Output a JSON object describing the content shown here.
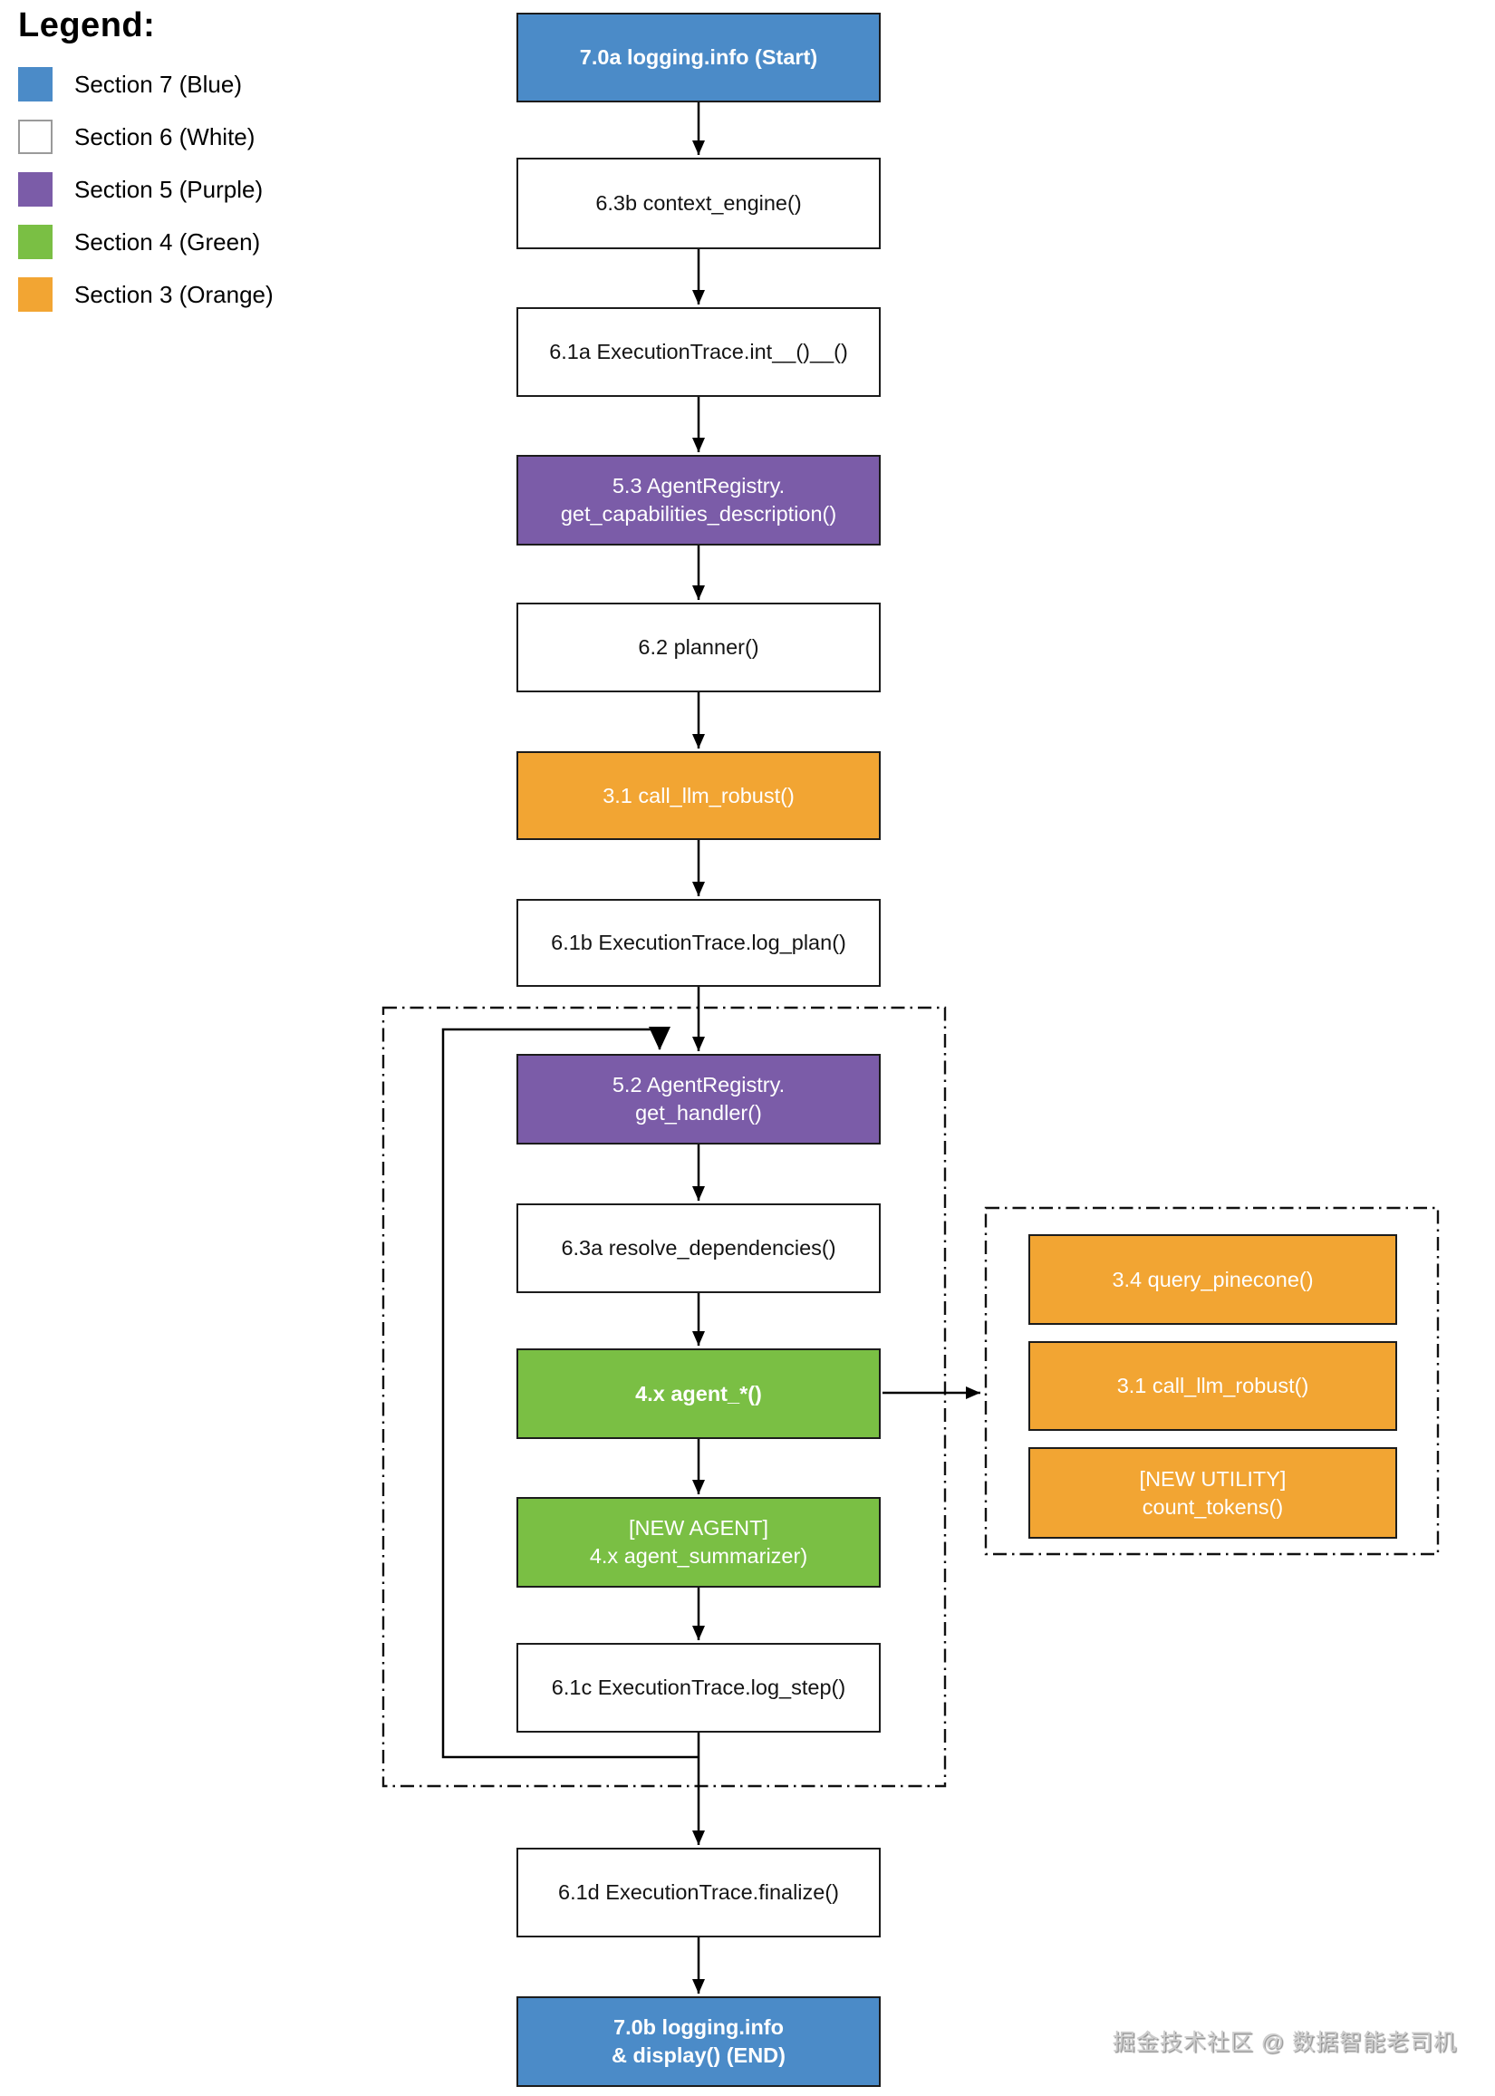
{
  "palette": {
    "blue": "#4b8bc8",
    "white": "#ffffff",
    "purple": "#7b5ca8",
    "green": "#7abf44",
    "orange": "#f2a533"
  },
  "legend": {
    "title": "Legend:",
    "items": [
      {
        "label": "Section 7 (Blue)",
        "color": "#4b8bc8"
      },
      {
        "label": "Section 6 (White)",
        "color": "#ffffff"
      },
      {
        "label": "Section 5 (Purple)",
        "color": "#7b5ca8"
      },
      {
        "label": "Section 4 (Green)",
        "color": "#7abf44"
      },
      {
        "label": "Section 3 (Orange)",
        "color": "#f2a533"
      }
    ]
  },
  "flow": {
    "nodes": [
      {
        "id": "7.0a",
        "color": "blue",
        "lines": [
          "7.0a logging.info (Start)"
        ]
      },
      {
        "id": "6.3b",
        "color": "white",
        "lines": [
          "6.3b context_engine()"
        ]
      },
      {
        "id": "6.1a",
        "color": "white",
        "lines": [
          "6.1a ExecutionTrace.int__()__()"
        ]
      },
      {
        "id": "5.3",
        "color": "purple",
        "lines": [
          "5.3 AgentRegistry.",
          "get_capabilities_description()"
        ]
      },
      {
        "id": "6.2",
        "color": "white",
        "lines": [
          "6.2 planner()"
        ]
      },
      {
        "id": "3.1",
        "color": "orange",
        "lines": [
          "3.1 call_llm_robust()"
        ]
      },
      {
        "id": "6.1b",
        "color": "white",
        "lines": [
          "6.1b ExecutionTrace.log_plan()"
        ]
      },
      {
        "id": "5.2",
        "color": "purple",
        "lines": [
          "5.2 AgentRegistry.",
          "get_handler()"
        ]
      },
      {
        "id": "6.3a",
        "color": "white",
        "lines": [
          "6.3a resolve_dependencies()"
        ]
      },
      {
        "id": "4.x",
        "color": "green",
        "lines": [
          "4.x agent_*()"
        ]
      },
      {
        "id": "4.x-new-agent",
        "color": "green",
        "lines": [
          "[NEW AGENT]",
          "4.x agent_summarizer)"
        ]
      },
      {
        "id": "6.1c",
        "color": "white",
        "lines": [
          "6.1c ExecutionTrace.log_step()"
        ]
      },
      {
        "id": "6.1d",
        "color": "white",
        "lines": [
          "6.1d ExecutionTrace.finalize()"
        ]
      },
      {
        "id": "7.0b",
        "color": "blue",
        "lines": [
          "7.0b logging.info",
          "& display() (END)"
        ]
      }
    ]
  },
  "side_panel": {
    "nodes": [
      {
        "id": "3.4",
        "color": "orange",
        "lines": [
          "3.4 query_pinecone()"
        ]
      },
      {
        "id": "3.1-util",
        "color": "orange",
        "lines": [
          "3.1 call_llm_robust()"
        ]
      },
      {
        "id": "count-tokens",
        "color": "orange",
        "lines": [
          "[NEW UTILITY]",
          "count_tokens()"
        ]
      }
    ]
  },
  "watermark": "掘金技术社区 @ 数据智能老司机"
}
